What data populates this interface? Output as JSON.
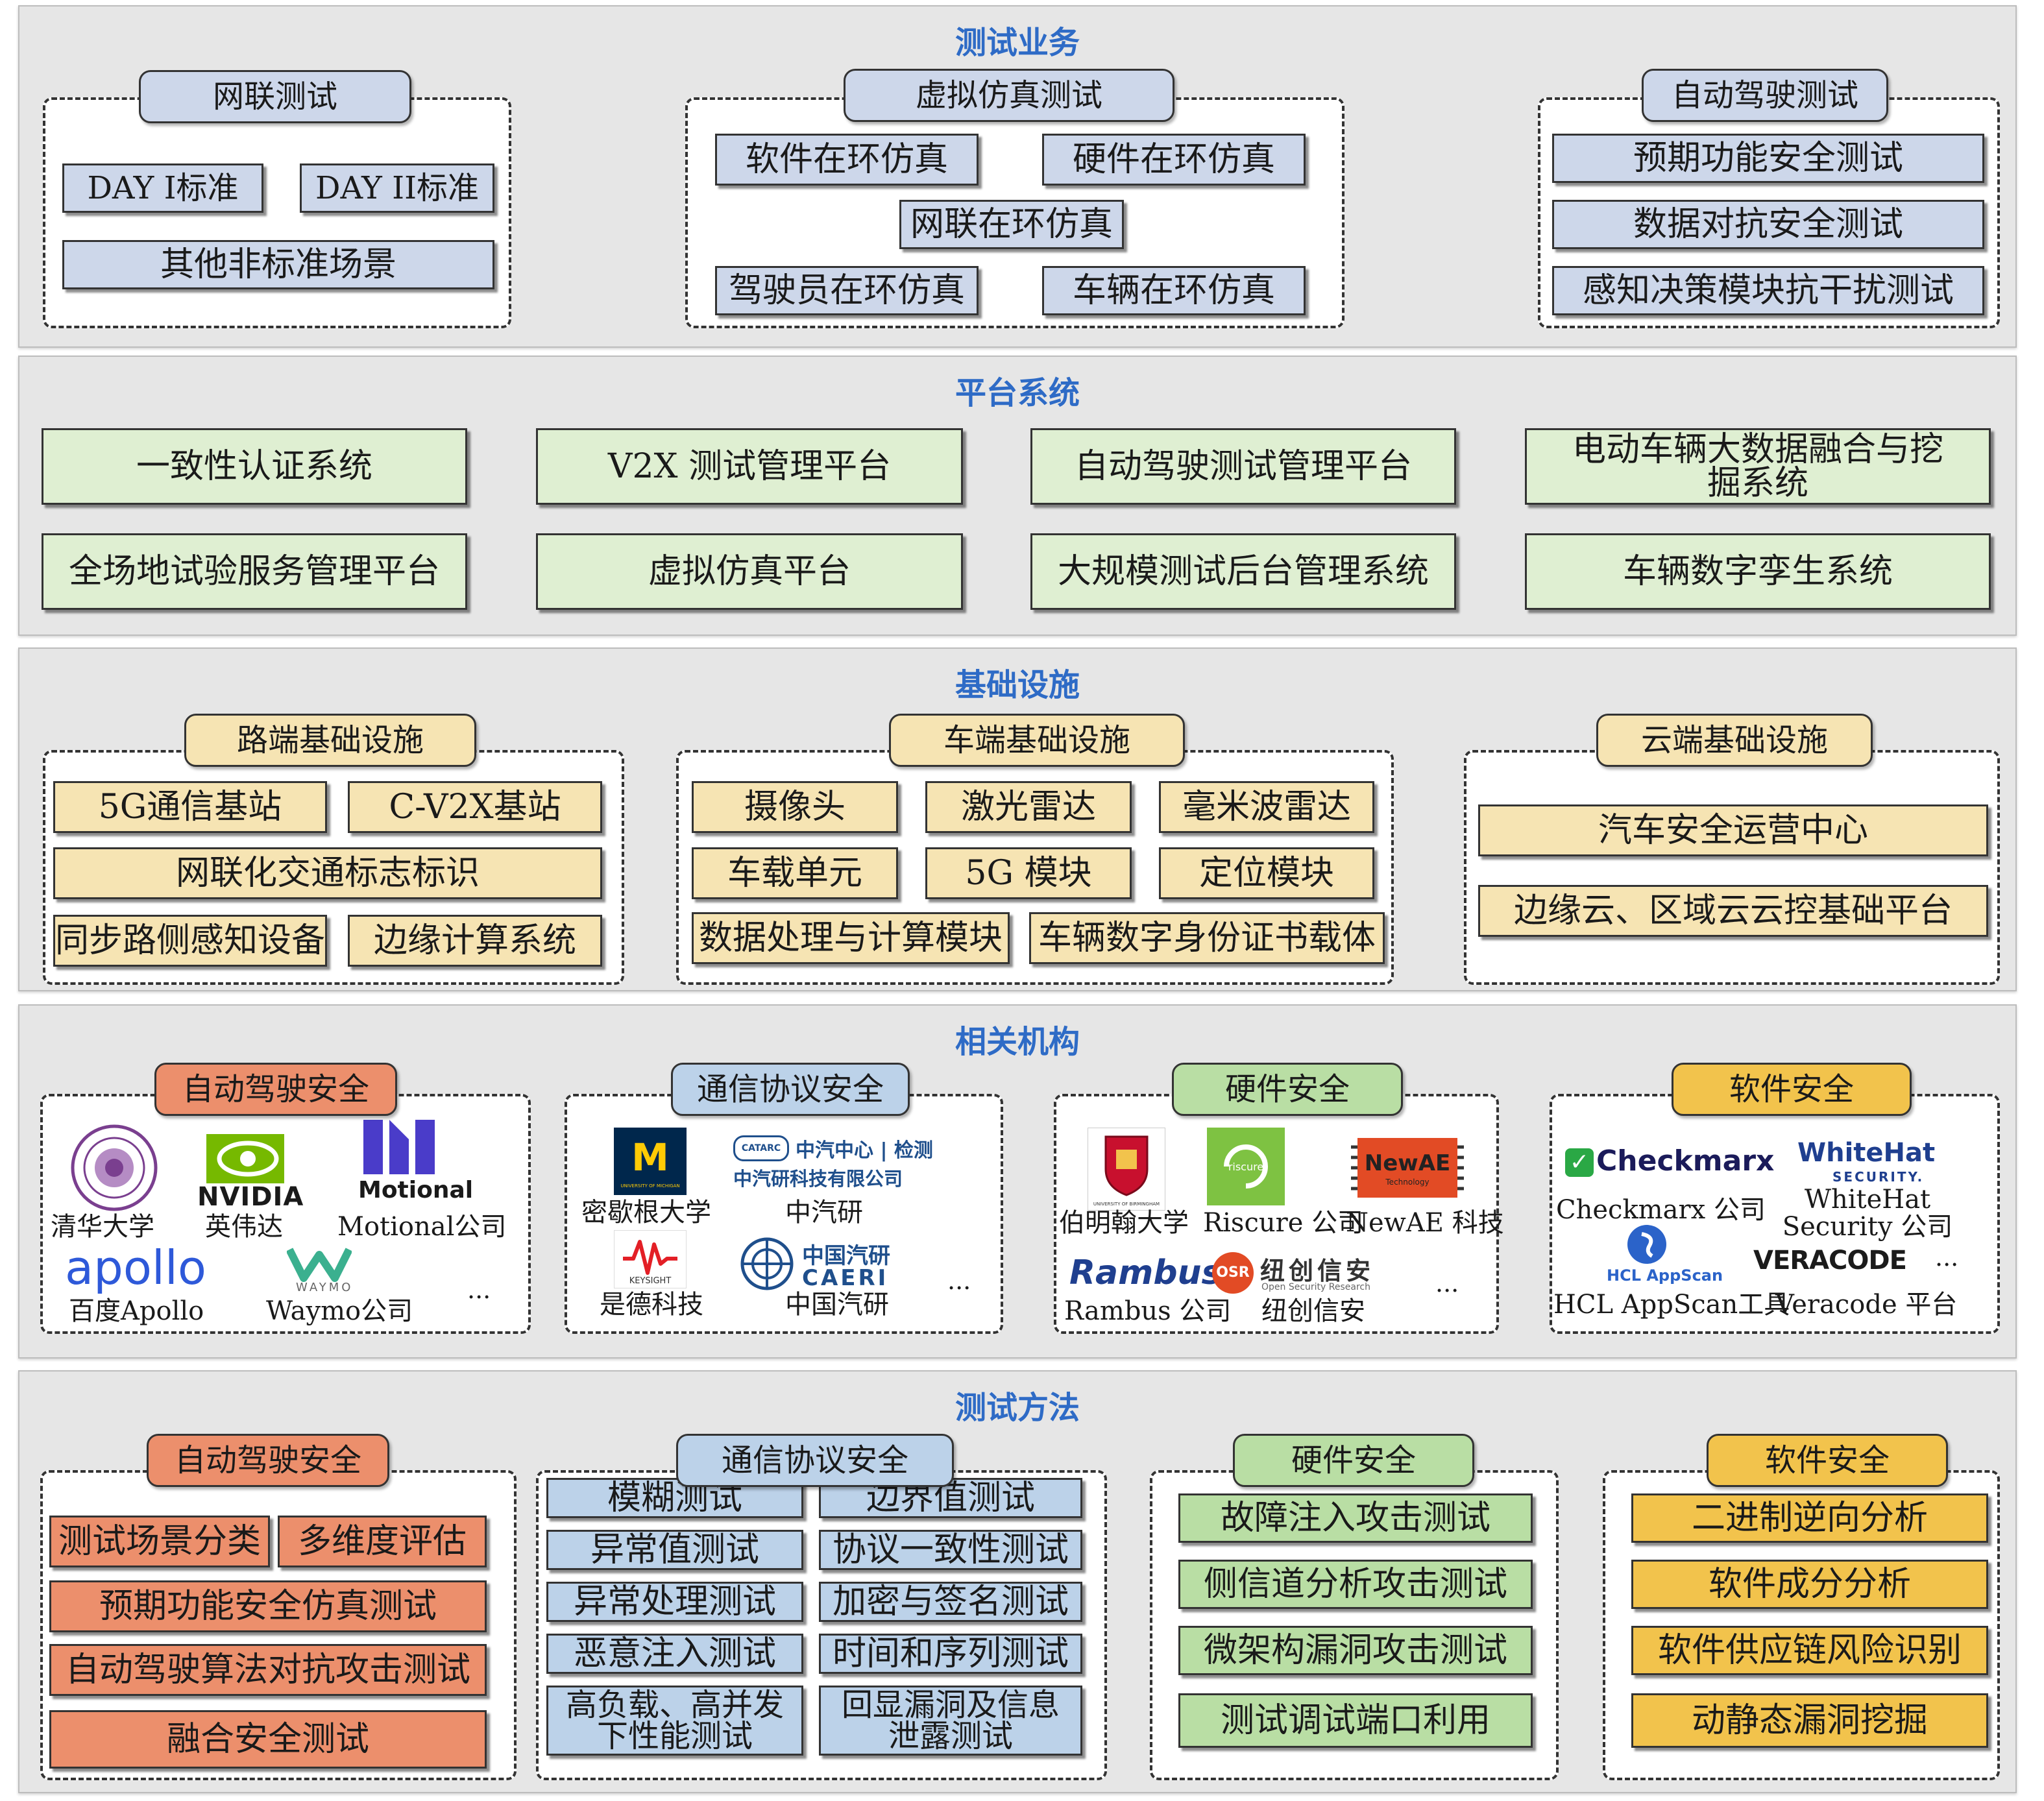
{
  "sections": {
    "test_business": {
      "title": "测试业务",
      "groups": {
        "connected": {
          "title": "网联测试",
          "items": [
            "DAY I标准",
            "DAY II标准",
            "其他非标准场景"
          ]
        },
        "virtual": {
          "title": "虚拟仿真测试",
          "items": [
            "软件在环仿真",
            "硬件在环仿真",
            "网联在环仿真",
            "驾驶员在环仿真",
            "车辆在环仿真"
          ]
        },
        "autonomous": {
          "title": "自动驾驶测试",
          "items": [
            "预期功能安全测试",
            "数据对抗安全测试",
            "感知决策模块抗干扰测试"
          ]
        }
      }
    },
    "platform": {
      "title": "平台系统",
      "items": [
        "一致性认证系统",
        "V2X 测试管理平台",
        "自动驾驶测试管理平台",
        "电动车辆大数据融合与挖掘系统",
        "全场地试验服务管理平台",
        "虚拟仿真平台",
        "大规模测试后台管理系统",
        "车辆数字孪生系统"
      ]
    },
    "infrastructure": {
      "title": "基础设施",
      "groups": {
        "road": {
          "title": "路端基础设施",
          "items": [
            "5G通信基站",
            "C-V2X基站",
            "网联化交通标志标识",
            "同步路侧感知设备",
            "边缘计算系统"
          ]
        },
        "vehicle": {
          "title": "车端基础设施",
          "items": [
            "摄像头",
            "激光雷达",
            "毫米波雷达",
            "车载单元",
            "5G 模块",
            "定位模块",
            "数据处理与计算模块",
            "车辆数字身份证书载体"
          ]
        },
        "cloud": {
          "title": "云端基础设施",
          "items": [
            "汽车安全运营中心",
            "边缘云、区域云云控基础平台"
          ]
        }
      }
    },
    "institutions": {
      "title": "相关机构",
      "groups": {
        "ad": {
          "title": "自动驾驶安全",
          "logos": {
            "nvidia": "NVIDIA",
            "motional": "Motional",
            "apollo": "apollo",
            "waymo": "WAYMO"
          },
          "captions": [
            "清华大学",
            "英伟达",
            "Motional公司",
            "百度Apollo",
            "Waymo公司"
          ],
          "more": "..."
        },
        "comm": {
          "title": "通信协议安全",
          "logos": {
            "michigan": "M",
            "michigan_sub": "UNIVERSITY OF MICHIGAN",
            "catarc_badge": "CATARC",
            "catarc_line1": "中汽中心 | 检测",
            "catarc_line2": "中汽研科技有限公司",
            "keysight": "KEYSIGHT",
            "caeri_cn": "中国汽研",
            "caeri_en": "CAERI"
          },
          "captions": [
            "密歇根大学",
            "中汽研",
            "是德科技",
            "中国汽研"
          ],
          "more": "..."
        },
        "hw": {
          "title": "硬件安全",
          "logos": {
            "birmingham": "UNIVERSITY OF BIRMINGHAM",
            "riscure": "riscure",
            "newae": "NewAE",
            "newae_sub": "Technology",
            "rambus": "Rambus",
            "nsfocus_badge": "OSR",
            "nsfocus_cn": "纽创信安",
            "nsfocus_sub": "Open Security Research"
          },
          "captions": [
            "伯明翰大学",
            "Riscure 公司",
            "NewAE 科技",
            "Rambus 公司",
            "纽创信安"
          ],
          "more": "..."
        },
        "sw": {
          "title": "软件安全",
          "logos": {
            "checkmarx": "Checkmarx",
            "whitehat": "WhiteHat",
            "whitehat_sub": "SECURITY.",
            "hcl": "HCL AppScan",
            "veracode": "VERACODE"
          },
          "captions": [
            "Checkmarx 公司",
            "WhiteHat Security 公司",
            "HCL AppScan工具",
            "Veracode 平台"
          ],
          "more": "..."
        }
      }
    },
    "methods": {
      "title": "测试方法",
      "groups": {
        "ad": {
          "title": "自动驾驶安全",
          "items": [
            "测试场景分类",
            "多维度评估",
            "预期功能安全仿真测试",
            "自动驾驶算法对抗攻击测试",
            "融合安全测试"
          ]
        },
        "comm": {
          "title": "通信协议安全",
          "items": [
            "模糊测试",
            "边界值测试",
            "异常值测试",
            "协议一致性测试",
            "异常处理测试",
            "加密与签名测试",
            "恶意注入测试",
            "时间和序列测试",
            "高负载、高并发下性能测试",
            "回显漏洞及信息泄露测试"
          ]
        },
        "hw": {
          "title": "硬件安全",
          "items": [
            "故障注入攻击测试",
            "侧信道分析攻击测试",
            "微架构漏洞攻击测试",
            "测试调试端口利用"
          ]
        },
        "sw": {
          "title": "软件安全",
          "items": [
            "二进制逆向分析",
            "软件成分分析",
            "软件供应链风险识别",
            "动静态漏洞挖掘"
          ]
        }
      }
    }
  },
  "colors": {
    "section_title": "#2e6bc6",
    "business_box": "#cdd7ea",
    "platform_box": "#d9ecca",
    "infra_box": "#f6e4b3",
    "ad_safety": "#ec8f6c",
    "comm_safety": "#bcd2e9",
    "hw_safety": "#b9dea4",
    "sw_safety": "#f2c34c"
  }
}
